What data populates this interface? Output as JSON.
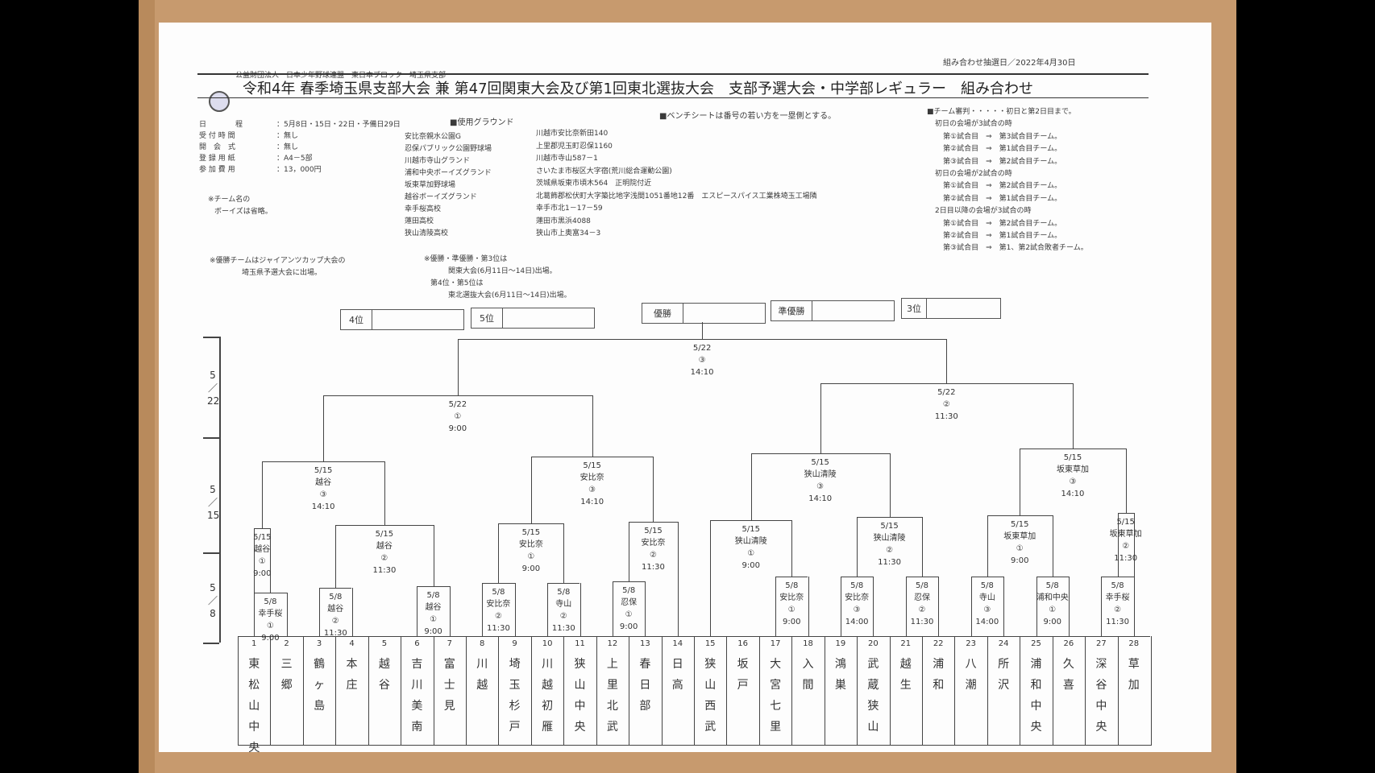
{
  "header": {
    "org": "公益財団法人　日本少年野球連盟　東日本ブロック　埼玉県支部",
    "draw_date": "組み合わせ抽選日／2022年4月30日",
    "title": "令和4年 春季埼玉県支部大会 兼 第47回関東大会及び第1回東北選抜大会　支部予選大会・中学部レギュラー　組み合わせ"
  },
  "info": [
    {
      "label": "日　　　　程",
      "value": "：5月8日・15日・22日・予備日29日"
    },
    {
      "label": "受 付 時 間",
      "value": "：無し"
    },
    {
      "label": "開　会　式",
      "value": "：無し"
    },
    {
      "label": "登 録 用 紙",
      "value": "：A4－5部"
    },
    {
      "label": "参 加 費 用",
      "value": "：13，000円"
    }
  ],
  "ground_heading": "■使用グラウンド",
  "grounds": [
    {
      "name": "安比奈親水公園G",
      "address": "川越市安比奈新田140"
    },
    {
      "name": "忍保パブリック公園野球場",
      "address": "上里郡児玉町忍保1160"
    },
    {
      "name": "川越市寺山グランド",
      "address": "川越市寺山587－1"
    },
    {
      "name": "浦和中央ボーイズグランド",
      "address": "さいたま市桜区大字宿(荒川総合運動公園)"
    },
    {
      "name": "坂東草加野球場",
      "address": "茨城県坂東市頃木564　正明院付近"
    },
    {
      "name": "越谷ボーイズグランド",
      "address": "北葛飾郡松伏町大字築比地字浅間1051番地12番　エスピースパイス工業株埼玉工場隣"
    },
    {
      "name": "幸手桜高校",
      "address": "幸手市北1－17－59"
    },
    {
      "name": "蓮田高校",
      "address": "蓮田市黒浜4088"
    },
    {
      "name": "狭山清陵高校",
      "address": "狭山市上奥富34－3"
    }
  ],
  "notes": {
    "team_name": [
      "※チーム名の",
      "ボーイズは省略。"
    ],
    "bench": "■ベンチシートは番号の若い方を一塁側とする。",
    "winner": [
      "※優勝チームはジャイアンツカップ大会の",
      "埼玉県予選大会に出場。"
    ],
    "kanto": [
      "※優勝・準優勝・第3位は",
      "関東大会(6月11日～14日)出場。",
      "第4位・第5位は",
      "東北選抜大会(6月11日～14日)出場。"
    ],
    "referee": [
      "■チーム審判・・・・・初日と第2日目まで。",
      "初日の会場が3試合の時",
      "第①試合目　⇒　第3試合目チーム。",
      "第②試合目　⇒　第1試合目チーム。",
      "第③試合目　⇒　第2試合目チーム。",
      "初日の会場が2試合の時",
      "第①試合目　⇒　第2試合目チーム。",
      "第②試合目　⇒　第1試合目チーム。",
      "2日目以降の会場が3試合の時",
      "第①試合目　⇒　第2試合目チーム。",
      "第②試合目　⇒　第1試合目チーム。",
      "第③試合目　⇒　第1、第2試合敗者チーム。"
    ]
  },
  "places": [
    {
      "label": "4位"
    },
    {
      "label": "5位"
    },
    {
      "label": "優勝"
    },
    {
      "label": "準優勝"
    },
    {
      "label": "3位"
    }
  ],
  "rounds": [
    {
      "date": "5/22",
      "chars": [
        "5",
        "／",
        "22"
      ]
    },
    {
      "date": "5/15",
      "chars": [
        "5",
        "／",
        "15"
      ]
    },
    {
      "date": "5/8",
      "chars": [
        "5",
        "／",
        "8"
      ]
    }
  ],
  "matches": {
    "final": "5/22\n③\n14:10",
    "sf_left": "5/22\n①\n9:00",
    "sf_right": "5/22\n②\n11:30",
    "qf1": "5/15\n越谷\n③\n14:10",
    "qf2": "5/15\n安比奈\n③\n14:10",
    "qf3": "5/15\n狭山清陵\n③\n14:10",
    "qf4": "5/15\n坂東草加\n③\n14:10",
    "r2_1": "5/15\n越谷\n①\n9:00",
    "r2_2": "5/15\n越谷\n②\n11:30",
    "r2_3": "5/15\n安比奈\n①\n9:00",
    "r2_4": "5/15\n安比奈\n②\n11:30",
    "r2_5": "5/15\n狭山清陵\n①\n9:00",
    "r2_6": "5/15\n狭山清陵\n②\n11:30",
    "r2_7": "5/15\n坂東草加\n①\n9:00",
    "r2_8": "5/15\n坂東草加\n②\n11:30",
    "r1_a": "5/8\n幸手桜\n①\n9:00",
    "r1_b": "5/8\n越谷\n②\n11:30",
    "r1_c": "5/8\n越谷\n①\n9:00",
    "r1_d": "5/8\n安比奈\n②\n11:30",
    "r1_e": "5/8\n寺山\n②\n11:30",
    "r1_f": "5/8\n忍保\n①\n9:00",
    "r1_g": "5/8\n安比奈\n①\n9:00",
    "r1_h": "5/8\n安比奈\n③\n14:00",
    "r1_i": "5/8\n忍保\n②\n11:30",
    "r1_j": "5/8\n寺山\n③\n14:00",
    "r1_k": "5/8\n浦和中央\n①\n9:00",
    "r1_l": "5/8\n幸手桜\n②\n11:30"
  },
  "teams": [
    {
      "num": "1",
      "name": "東松山中央"
    },
    {
      "num": "2",
      "name": "三郷"
    },
    {
      "num": "3",
      "name": "鶴ヶ島"
    },
    {
      "num": "4",
      "name": "本庄"
    },
    {
      "num": "5",
      "name": "越谷"
    },
    {
      "num": "6",
      "name": "吉川美南"
    },
    {
      "num": "7",
      "name": "富士見"
    },
    {
      "num": "8",
      "name": "川越"
    },
    {
      "num": "9",
      "name": "埼玉杉戸"
    },
    {
      "num": "10",
      "name": "川越初雁"
    },
    {
      "num": "11",
      "name": "狭山中央"
    },
    {
      "num": "12",
      "name": "上里北武"
    },
    {
      "num": "13",
      "name": "春日部"
    },
    {
      "num": "14",
      "name": "日高"
    },
    {
      "num": "15",
      "name": "狭山西武"
    },
    {
      "num": "16",
      "name": "坂戸"
    },
    {
      "num": "17",
      "name": "大宮七里"
    },
    {
      "num": "18",
      "name": "入間"
    },
    {
      "num": "19",
      "name": "鴻巣"
    },
    {
      "num": "20",
      "name": "武蔵狭山"
    },
    {
      "num": "21",
      "name": "越生"
    },
    {
      "num": "22",
      "name": "浦和"
    },
    {
      "num": "23",
      "name": "八潮"
    },
    {
      "num": "24",
      "name": "所沢"
    },
    {
      "num": "25",
      "name": "浦和中央"
    },
    {
      "num": "26",
      "name": "久喜"
    },
    {
      "num": "27",
      "name": "深谷中央"
    },
    {
      "num": "28",
      "name": "草加"
    }
  ]
}
